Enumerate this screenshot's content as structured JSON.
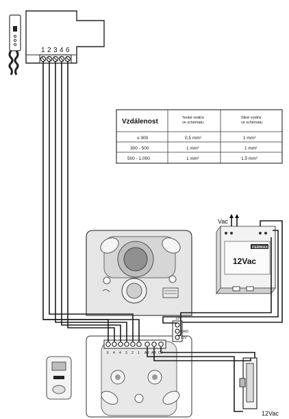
{
  "intercom": {
    "terminal_labels": [
      "1",
      "2",
      "3",
      "4",
      "6"
    ]
  },
  "cable_table": {
    "headers": [
      "Vzdálenost",
      "Tenké vodiče\nve schématu",
      "Silné vodiče\nve schématu"
    ],
    "rows": [
      [
        "≤ 300",
        "0,5 mm²",
        "1 mm²"
      ],
      [
        "300 - 500",
        "1 mm²",
        "1 mm²"
      ],
      [
        "500 - 1.000",
        "1 mm²",
        "1.5 mm²"
      ]
    ]
  },
  "power_supply": {
    "input_label": "Vac",
    "brand": "FERMAX",
    "model": "12Vac"
  },
  "door_panel": {
    "terminal_labels": [
      "6",
      "4",
      "4",
      "3",
      "2",
      "1",
      "AB",
      "AB",
      "CV"
    ],
    "power_terminals": [
      "12V",
      "GND",
      "12V"
    ]
  },
  "lock": {
    "voltage_label": "12Vac"
  }
}
